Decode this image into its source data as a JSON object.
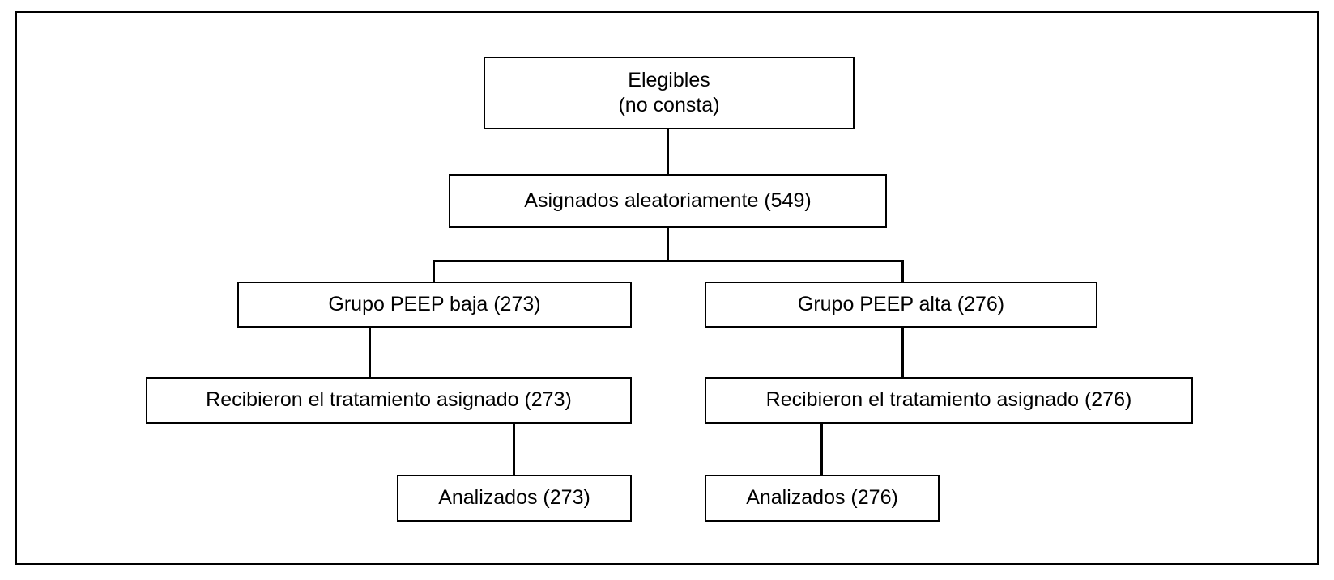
{
  "figure": {
    "type": "consort-flow-diagram",
    "language": "es",
    "frame": {
      "border_color": "#000000"
    },
    "text_color": "#000000",
    "background_color": "#ffffff"
  },
  "nodes": {
    "eligible": {
      "id": "eligible",
      "lines": [
        "Elegibles",
        "(no consta)"
      ],
      "label": "Elegibles",
      "count_text": "(no consta)",
      "count": null
    },
    "randomized": {
      "id": "randomized",
      "lines": [
        "Asignados aleatoriamente (549)"
      ],
      "label": "Asignados aleatoriamente",
      "count_text": "(549)",
      "count": 549
    },
    "group_low": {
      "id": "group_low",
      "lines": [
        "Grupo PEEP baja (273)"
      ],
      "label": "Grupo PEEP baja",
      "count_text": "(273)",
      "count": 273
    },
    "group_high": {
      "id": "group_high",
      "lines": [
        "Grupo PEEP alta (276)"
      ],
      "label": "Grupo PEEP alta",
      "count_text": "(276)",
      "count": 276
    },
    "received_low": {
      "id": "received_low",
      "lines": [
        "Recibieron el tratamiento asignado (273)"
      ],
      "label": "Recibieron el tratamiento asignado",
      "count_text": "(273)",
      "count": 273
    },
    "received_high": {
      "id": "received_high",
      "lines": [
        "Recibieron el tratamiento asignado (276)"
      ],
      "label": "Recibieron el tratamiento asignado",
      "count_text": "(276)",
      "count": 276
    },
    "analyzed_low": {
      "id": "analyzed_low",
      "lines": [
        "Analizados (273)"
      ],
      "label": "Analizados",
      "count_text": "(273)",
      "count": 273
    },
    "analyzed_high": {
      "id": "analyzed_high",
      "lines": [
        "Analizados (276)"
      ],
      "label": "Analizados",
      "count_text": "(276)",
      "count": 276
    }
  },
  "edges": [
    {
      "from": "eligible",
      "to": "randomized"
    },
    {
      "from": "randomized",
      "to": "group_low"
    },
    {
      "from": "randomized",
      "to": "group_high"
    },
    {
      "from": "group_low",
      "to": "received_low"
    },
    {
      "from": "group_high",
      "to": "received_high"
    },
    {
      "from": "received_low",
      "to": "analyzed_low"
    },
    {
      "from": "received_high",
      "to": "analyzed_high"
    }
  ]
}
